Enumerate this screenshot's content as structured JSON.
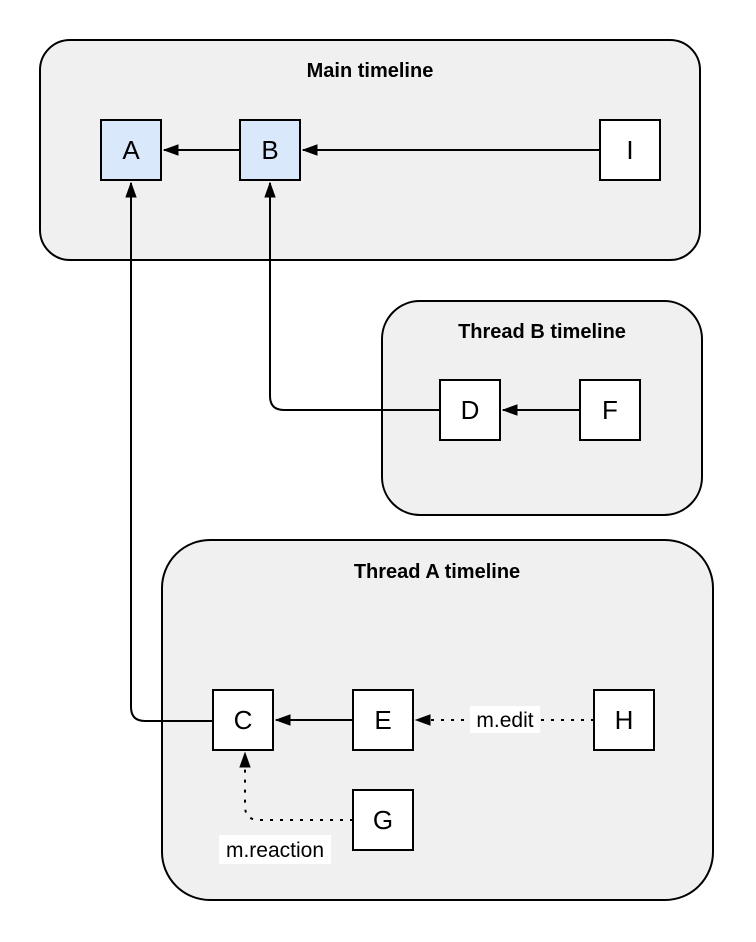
{
  "diagram": {
    "containers": [
      {
        "id": "main",
        "title": "Main timeline"
      },
      {
        "id": "thread-b",
        "title": "Thread B timeline"
      },
      {
        "id": "thread-a",
        "title": "Thread A timeline"
      }
    ],
    "nodes": [
      {
        "id": "A",
        "label": "A",
        "type": "highlighted",
        "container": "main"
      },
      {
        "id": "B",
        "label": "B",
        "type": "highlighted",
        "container": "main"
      },
      {
        "id": "I",
        "label": "I",
        "type": "normal",
        "container": "main"
      },
      {
        "id": "D",
        "label": "D",
        "type": "normal",
        "container": "thread-b"
      },
      {
        "id": "F",
        "label": "F",
        "type": "normal",
        "container": "thread-b"
      },
      {
        "id": "C",
        "label": "C",
        "type": "normal",
        "container": "thread-a"
      },
      {
        "id": "E",
        "label": "E",
        "type": "normal",
        "container": "thread-a"
      },
      {
        "id": "H",
        "label": "H",
        "type": "normal",
        "container": "thread-a"
      },
      {
        "id": "G",
        "label": "G",
        "type": "normal",
        "container": "thread-a"
      }
    ],
    "edges": [
      {
        "from": "B",
        "to": "A",
        "style": "solid",
        "label": ""
      },
      {
        "from": "I",
        "to": "B",
        "style": "solid",
        "label": ""
      },
      {
        "from": "F",
        "to": "D",
        "style": "solid",
        "label": ""
      },
      {
        "from": "D",
        "to": "B",
        "style": "solid",
        "label": ""
      },
      {
        "from": "E",
        "to": "C",
        "style": "solid",
        "label": ""
      },
      {
        "from": "C",
        "to": "A",
        "style": "solid",
        "label": ""
      },
      {
        "from": "H",
        "to": "E",
        "style": "dotted",
        "label": "m.edit"
      },
      {
        "from": "G",
        "to": "C",
        "style": "dotted",
        "label": "m.reaction"
      }
    ],
    "colors": {
      "container_fill": "#f0f0f0",
      "container_border": "#000000",
      "node_fill": "#ffffff",
      "node_highlight_fill": "#dae8fc",
      "node_border": "#000000",
      "edge_color": "#000000",
      "label_background": "#ffffff",
      "text_color": "#000000"
    }
  }
}
